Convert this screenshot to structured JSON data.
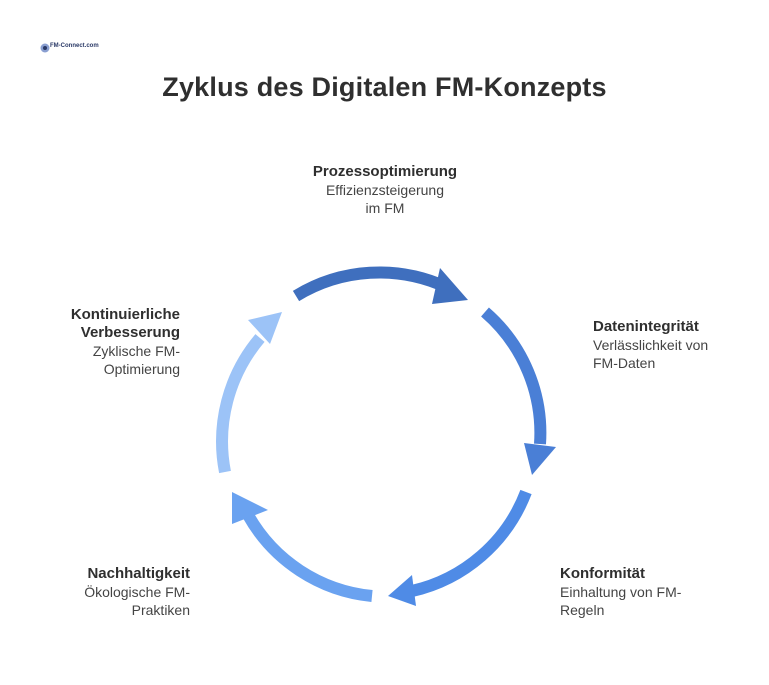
{
  "logo": {
    "text": "FM-Connect.com"
  },
  "title": "Zyklus des Digitalen FM-Konzepts",
  "stages": [
    {
      "label": "Prozessoptimierung",
      "description_line1": "Effizienzsteigerung",
      "description_line2": "im FM",
      "color": "#3f6fbe"
    },
    {
      "label": "Datenintegrität",
      "description_line1": "Verlässlichkeit von",
      "description_line2": "FM-Daten",
      "color": "#4a7fd6"
    },
    {
      "label": "Konformität",
      "description_line1": "Einhaltung von FM-",
      "description_line2": "Regeln",
      "color": "#4f8be6"
    },
    {
      "label": "Nachhaltigkeit",
      "description_line1": "Ökologische FM-",
      "description_line2": "Praktiken",
      "color": "#6aa2f0"
    },
    {
      "label_line1": "Kontinuierliche",
      "label_line2": "Verbesserung",
      "description_line1": "Zyklische FM-",
      "description_line2": "Optimierung",
      "color": "#9cc3f7"
    }
  ]
}
